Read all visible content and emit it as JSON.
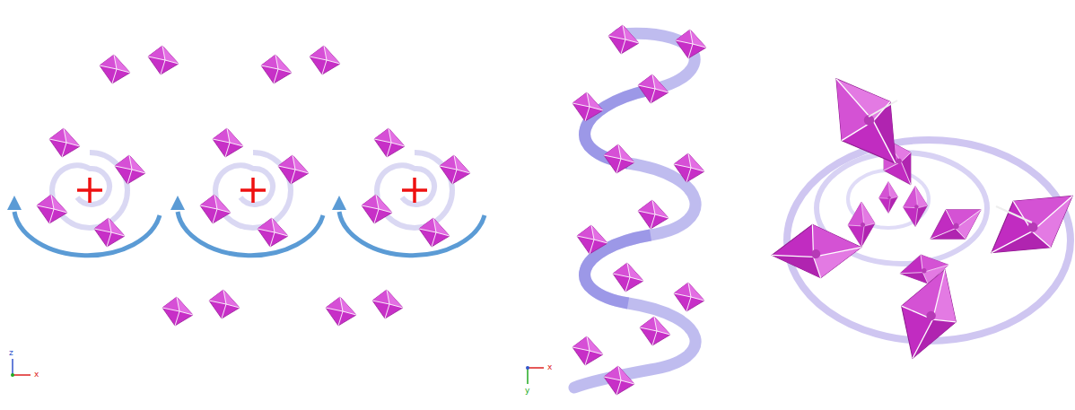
{
  "diagram": {
    "labels": [
      "z",
      "x",
      "x",
      "y"
    ]
  }
}
